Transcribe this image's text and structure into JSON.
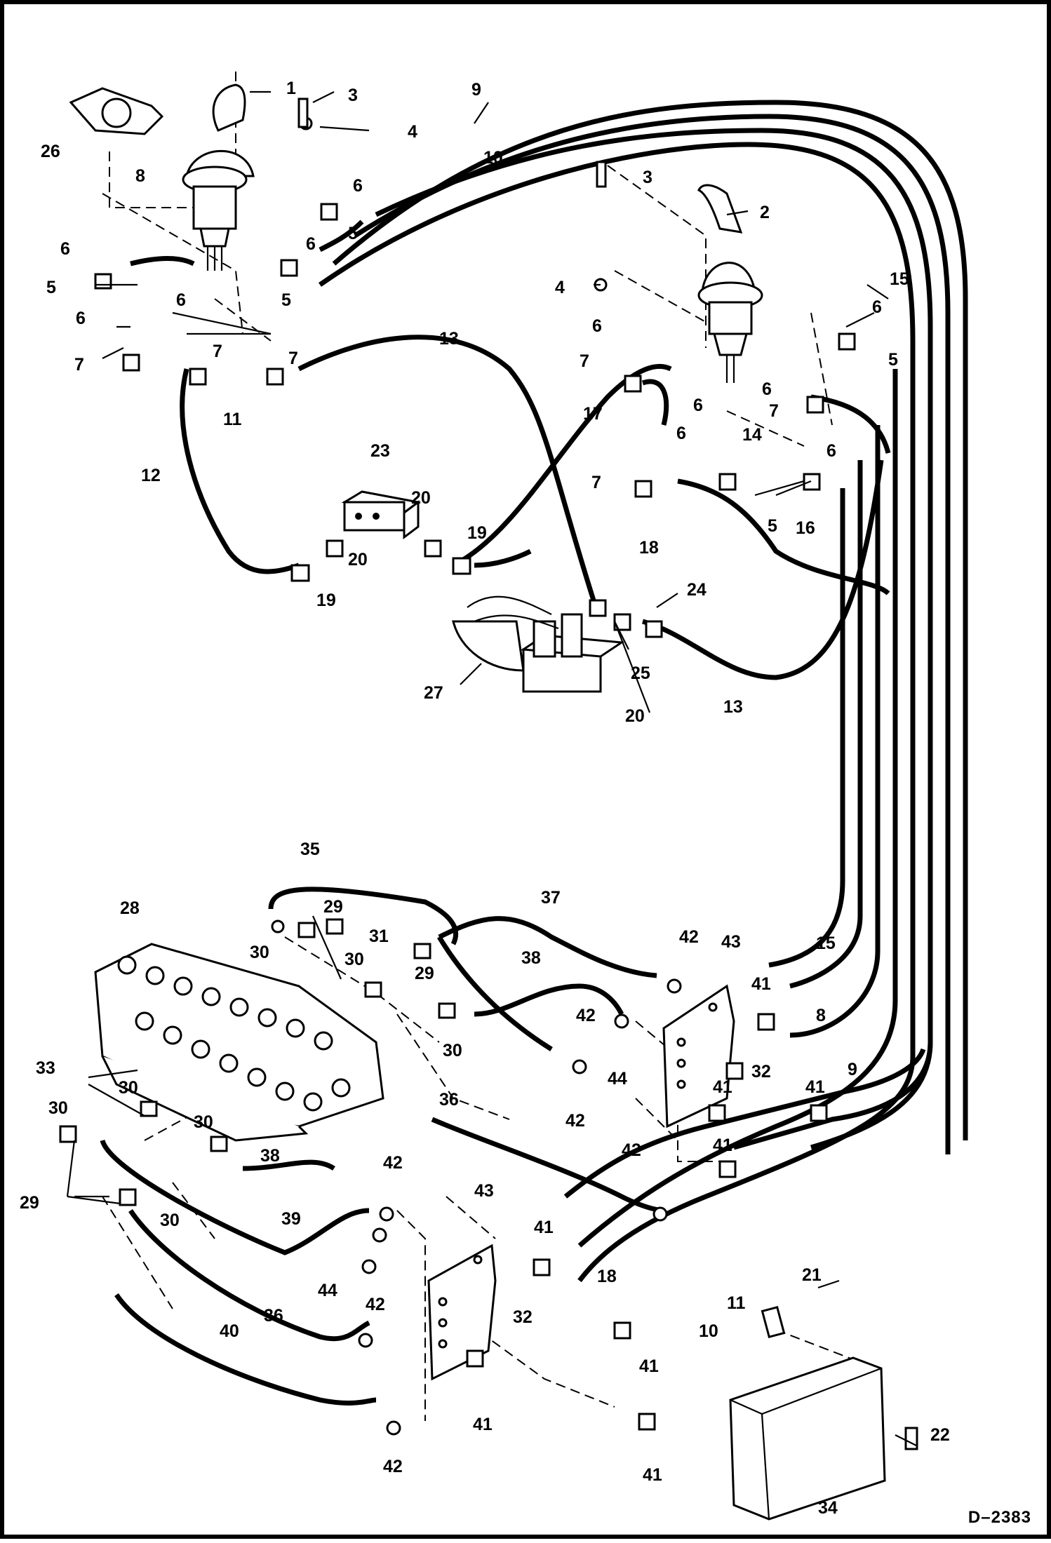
{
  "figure_code": "D–2383",
  "callouts": [
    {
      "id": "c1",
      "text": "1"
    },
    {
      "id": "c2",
      "text": "2"
    },
    {
      "id": "c3a",
      "text": "3"
    },
    {
      "id": "c3b",
      "text": "3"
    },
    {
      "id": "c4a",
      "text": "4"
    },
    {
      "id": "c4b",
      "text": "4"
    },
    {
      "id": "c5a",
      "text": "5"
    },
    {
      "id": "c5b",
      "text": "5"
    },
    {
      "id": "c5c",
      "text": "5"
    },
    {
      "id": "c5d",
      "text": "5"
    },
    {
      "id": "c5e",
      "text": "5"
    },
    {
      "id": "c6a",
      "text": "6"
    },
    {
      "id": "c6b",
      "text": "6"
    },
    {
      "id": "c6c",
      "text": "6"
    },
    {
      "id": "c6d",
      "text": "6"
    },
    {
      "id": "c6e",
      "text": "6"
    },
    {
      "id": "c6f",
      "text": "6"
    },
    {
      "id": "c6g",
      "text": "6"
    },
    {
      "id": "c6h",
      "text": "6"
    },
    {
      "id": "c6i",
      "text": "6"
    },
    {
      "id": "c6j",
      "text": "6"
    },
    {
      "id": "c6k",
      "text": "6"
    },
    {
      "id": "c7a",
      "text": "7"
    },
    {
      "id": "c7b",
      "text": "7"
    },
    {
      "id": "c7c",
      "text": "7"
    },
    {
      "id": "c7d",
      "text": "7"
    },
    {
      "id": "c7e",
      "text": "7"
    },
    {
      "id": "c7f",
      "text": "7"
    },
    {
      "id": "c8a",
      "text": "8"
    },
    {
      "id": "c8b",
      "text": "8"
    },
    {
      "id": "c9a",
      "text": "9"
    },
    {
      "id": "c9b",
      "text": "9"
    },
    {
      "id": "c10a",
      "text": "10"
    },
    {
      "id": "c10b",
      "text": "10"
    },
    {
      "id": "c11a",
      "text": "11"
    },
    {
      "id": "c11b",
      "text": "11"
    },
    {
      "id": "c12",
      "text": "12"
    },
    {
      "id": "c13a",
      "text": "13"
    },
    {
      "id": "c13b",
      "text": "13"
    },
    {
      "id": "c14",
      "text": "14"
    },
    {
      "id": "c15a",
      "text": "15"
    },
    {
      "id": "c15b",
      "text": "15"
    },
    {
      "id": "c16",
      "text": "16"
    },
    {
      "id": "c17",
      "text": "17"
    },
    {
      "id": "c18a",
      "text": "18"
    },
    {
      "id": "c18b",
      "text": "18"
    },
    {
      "id": "c19a",
      "text": "19"
    },
    {
      "id": "c19b",
      "text": "19"
    },
    {
      "id": "c20a",
      "text": "20"
    },
    {
      "id": "c20b",
      "text": "20"
    },
    {
      "id": "c20c",
      "text": "20"
    },
    {
      "id": "c21",
      "text": "21"
    },
    {
      "id": "c22",
      "text": "22"
    },
    {
      "id": "c23",
      "text": "23"
    },
    {
      "id": "c24",
      "text": "24"
    },
    {
      "id": "c25",
      "text": "25"
    },
    {
      "id": "c26",
      "text": "26"
    },
    {
      "id": "c27",
      "text": "27"
    },
    {
      "id": "c28",
      "text": "28"
    },
    {
      "id": "c29a",
      "text": "29"
    },
    {
      "id": "c29b",
      "text": "29"
    },
    {
      "id": "c29c",
      "text": "29"
    },
    {
      "id": "c30a",
      "text": "30"
    },
    {
      "id": "c30b",
      "text": "30"
    },
    {
      "id": "c30c",
      "text": "30"
    },
    {
      "id": "c30d",
      "text": "30"
    },
    {
      "id": "c30e",
      "text": "30"
    },
    {
      "id": "c30f",
      "text": "30"
    },
    {
      "id": "c30g",
      "text": "30"
    },
    {
      "id": "c31",
      "text": "31"
    },
    {
      "id": "c32a",
      "text": "32"
    },
    {
      "id": "c32b",
      "text": "32"
    },
    {
      "id": "c33",
      "text": "33"
    },
    {
      "id": "c34",
      "text": "34"
    },
    {
      "id": "c35",
      "text": "35"
    },
    {
      "id": "c36a",
      "text": "36"
    },
    {
      "id": "c36b",
      "text": "36"
    },
    {
      "id": "c37",
      "text": "37"
    },
    {
      "id": "c38a",
      "text": "38"
    },
    {
      "id": "c38b",
      "text": "38"
    },
    {
      "id": "c39",
      "text": "39"
    },
    {
      "id": "c40",
      "text": "40"
    },
    {
      "id": "c41a",
      "text": "41"
    },
    {
      "id": "c41b",
      "text": "41"
    },
    {
      "id": "c41c",
      "text": "41"
    },
    {
      "id": "c41d",
      "text": "41"
    },
    {
      "id": "c41e",
      "text": "41"
    },
    {
      "id": "c41f",
      "text": "41"
    },
    {
      "id": "c41g",
      "text": "41"
    },
    {
      "id": "c41h",
      "text": "41"
    },
    {
      "id": "c42a",
      "text": "42"
    },
    {
      "id": "c42b",
      "text": "42"
    },
    {
      "id": "c42c",
      "text": "42"
    },
    {
      "id": "c42d",
      "text": "42"
    },
    {
      "id": "c42e",
      "text": "42"
    },
    {
      "id": "c42f",
      "text": "42"
    },
    {
      "id": "c42g",
      "text": "42"
    },
    {
      "id": "c43a",
      "text": "43"
    },
    {
      "id": "c43b",
      "text": "43"
    },
    {
      "id": "c44a",
      "text": "44"
    },
    {
      "id": "c44b",
      "text": "44"
    }
  ]
}
